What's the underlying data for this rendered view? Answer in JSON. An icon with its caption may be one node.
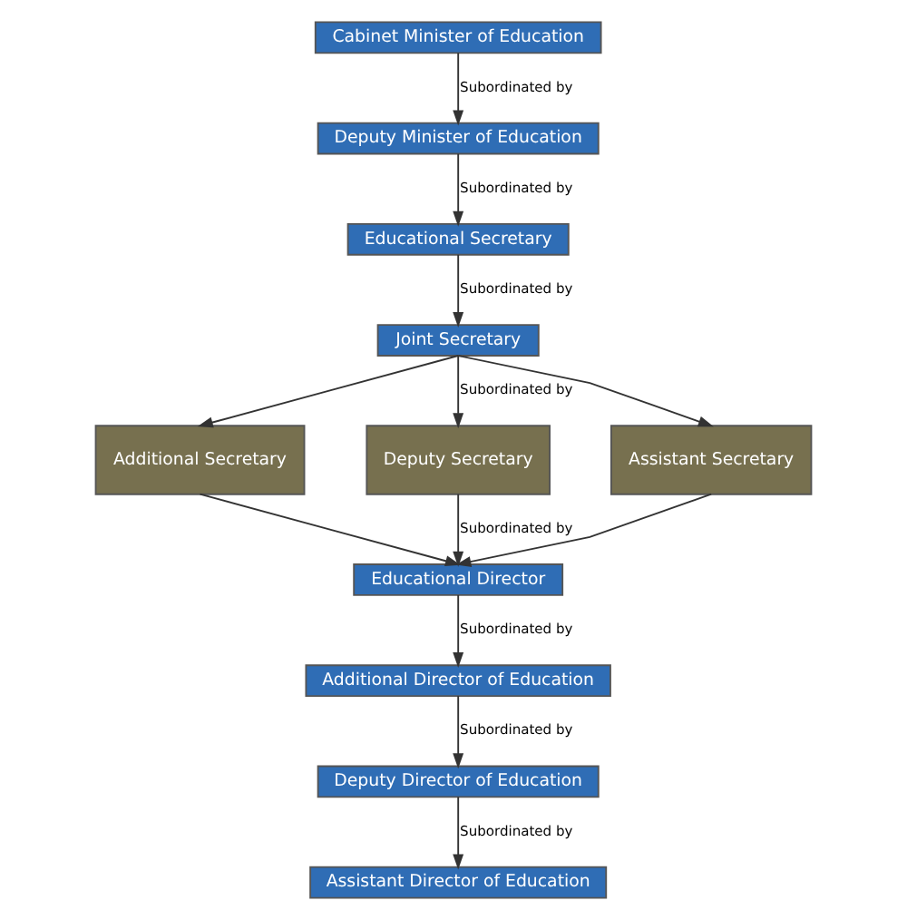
{
  "diagram": {
    "nodes": [
      {
        "text": [
          "Cabinet Minister of Education"
        ]
      },
      {
        "text": [
          "Deputy Minister of Education"
        ]
      },
      {
        "text": [
          "Educational Secretary"
        ]
      },
      {
        "text": [
          "Joint Secretary"
        ]
      },
      {
        "text": [
          "Additional Secretary"
        ]
      },
      {
        "text": [
          "Deputy Secretary"
        ]
      },
      {
        "text": [
          "Assistant Secretary"
        ]
      },
      {
        "text": [
          "Educational Director"
        ]
      },
      {
        "text": [
          "Additional Director of Education"
        ]
      },
      {
        "text": [
          "Deputy Director of Education"
        ]
      },
      {
        "text": [
          "Assistant Director of Education"
        ]
      }
    ],
    "edges": [
      {
        "from": 0,
        "to": 1,
        "arrow": "to",
        "label": "Subordinated by"
      },
      {
        "from": 1,
        "to": 2,
        "arrow": "to",
        "label": "Subordinated by"
      },
      {
        "from": 2,
        "to": 3,
        "arrow": "to",
        "label": "Subordinated by"
      },
      {
        "from": 3,
        "to": 4,
        "arrow": "to"
      },
      {
        "from": 3,
        "to": 5,
        "arrow": "to",
        "label": "Subordinated by"
      },
      {
        "from": 3,
        "to": 6,
        "arrow": "to"
      },
      {
        "from": 4,
        "to": 7,
        "arrow": "to"
      },
      {
        "from": 5,
        "to": 7,
        "arrow": "to",
        "label": "Subordinated by"
      },
      {
        "from": 6,
        "to": 7,
        "arrow": "to"
      },
      {
        "from": 7,
        "to": 8,
        "arrow": "to",
        "label": "Subordinated by"
      },
      {
        "from": 8,
        "to": 9,
        "arrow": "to",
        "label": "Subordinated by"
      },
      {
        "from": 9,
        "to": 10,
        "arrow": "to",
        "label": "Subordinated by"
      }
    ]
  }
}
